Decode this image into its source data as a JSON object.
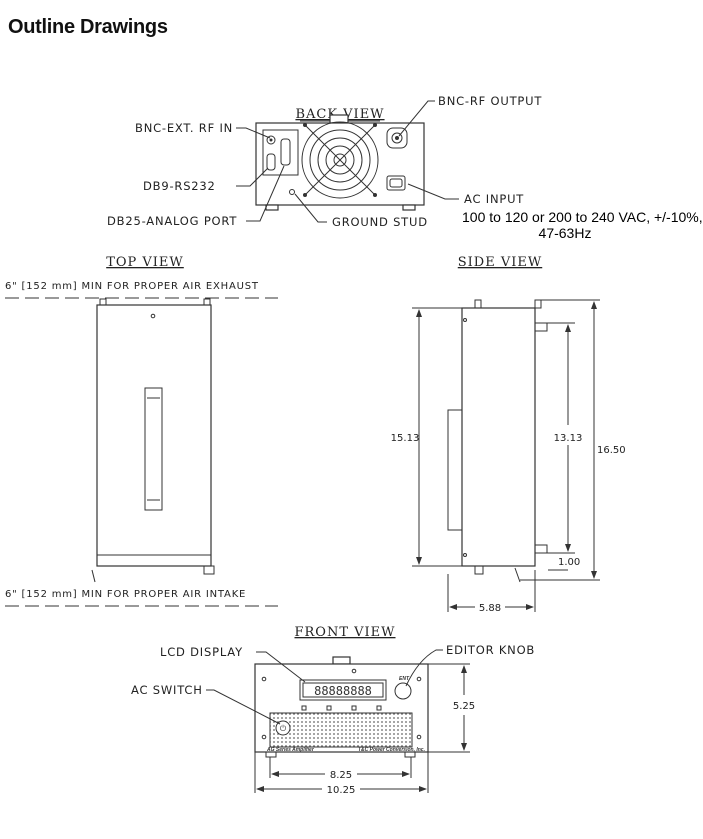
{
  "page": {
    "title": "Outline Drawings"
  },
  "back_view": {
    "heading": "BACK VIEW",
    "labels": {
      "bnc_ext_rf_in": "BNC-EXT. RF IN",
      "db9": "DB9-RS232",
      "db25": "DB25-ANALOG PORT",
      "ground_stud": "GROUND STUD",
      "bnc_rf_output": "BNC-RF OUTPUT",
      "ac_input": "AC INPUT",
      "ac_spec_line1": "100 to 120 or 200 to 240 VAC, +/-10%,",
      "ac_spec_line2": "47-63Hz"
    }
  },
  "top_view": {
    "heading": "TOP VIEW",
    "exhaust_note": "6\" [152 mm] MIN FOR PROPER AIR EXHAUST",
    "intake_note": "6\" [152 mm] MIN FOR PROPER AIR INTAKE"
  },
  "side_view": {
    "heading": "SIDE VIEW",
    "dims": {
      "height_body": "15.13",
      "height_inner": "13.13",
      "height_total": "16.50",
      "bottom_offset": "1.00",
      "depth": "5.88"
    }
  },
  "front_view": {
    "heading": "FRONT VIEW",
    "labels": {
      "lcd_display": "LCD DISPLAY",
      "ac_switch": "AC SWITCH",
      "editor_knob": "EDITOR KNOB"
    },
    "lcd_readout": "88888888",
    "knob_label": "ENT",
    "brand_left": "AG Series Amplifier",
    "brand_right": "T&C Power Conversion, Inc.",
    "dims": {
      "height": "5.25",
      "foot_spacing": "8.25",
      "width": "10.25"
    }
  }
}
